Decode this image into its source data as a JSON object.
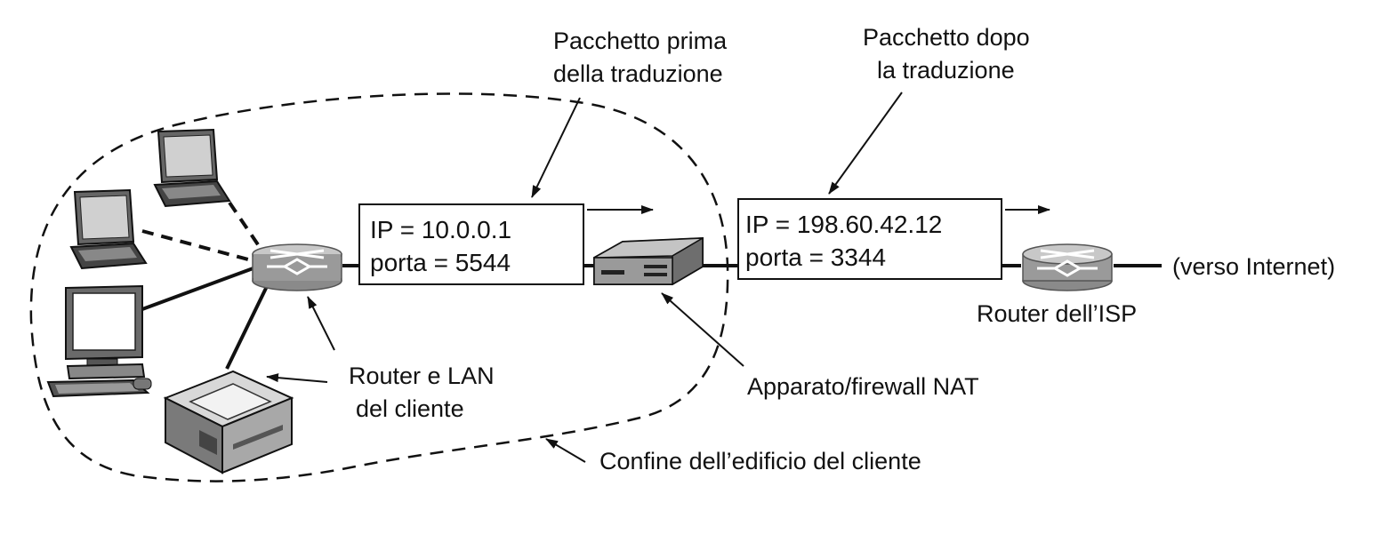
{
  "diagram": {
    "packet_before": {
      "caption_line1": "Pacchetto prima",
      "caption_line2": "della traduzione",
      "ip": "IP = 10.0.0.1",
      "port": "porta = 5544"
    },
    "packet_after": {
      "caption_line1": "Pacchetto dopo",
      "caption_line2": "la traduzione",
      "ip": "IP = 198.60.42.12",
      "port": "porta = 3344"
    },
    "lan_router_label_line1": "Router e LAN",
    "lan_router_label_line2": "del cliente",
    "nat_label": "Apparato/firewall NAT",
    "isp_router_label": "Router dell’ISP",
    "internet_label": "(verso Internet)",
    "boundary_label": "Confine dell’edificio del cliente",
    "colors": {
      "stroke": "#111111",
      "router_body": "#9a9a9a",
      "router_top": "#c8c8c8",
      "nat_body": "#8a8a8a"
    }
  }
}
